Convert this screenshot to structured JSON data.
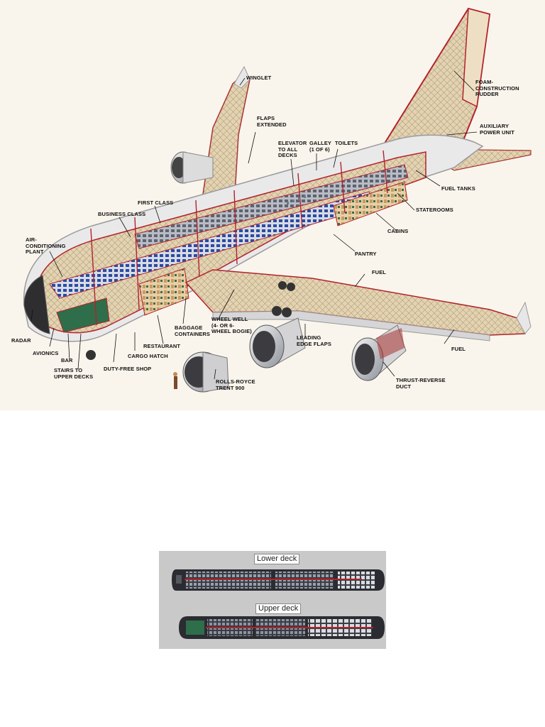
{
  "corner_mark": "|",
  "cutaway": {
    "labels": [
      {
        "id": "winglet",
        "text": "WINGLET"
      },
      {
        "id": "flaps",
        "text": "FLAPS\nEXTENDED"
      },
      {
        "id": "elevator",
        "text": "ELEVATOR\nTO ALL\nDECKS"
      },
      {
        "id": "galley",
        "text": "GALLEY\n(1 OF 6)"
      },
      {
        "id": "toilets",
        "text": "TOILETS"
      },
      {
        "id": "foam_rudder",
        "text": "FOAM-\nCONSTRUCTION\nRUDDER"
      },
      {
        "id": "apu",
        "text": "AUXILIARY\nPOWER UNIT"
      },
      {
        "id": "fuel_tanks",
        "text": "FUEL TANKS"
      },
      {
        "id": "staterooms",
        "text": "STATEROOMS"
      },
      {
        "id": "cabins",
        "text": "CABINS"
      },
      {
        "id": "pantry",
        "text": "PANTRY"
      },
      {
        "id": "first_class",
        "text": "FIRST CLASS"
      },
      {
        "id": "business_class",
        "text": "BUSINESS CLASS"
      },
      {
        "id": "air_conditioning",
        "text": "AIR-\nCONDITIONING\nPLANT"
      },
      {
        "id": "fuel_1",
        "text": "FUEL"
      },
      {
        "id": "radar",
        "text": "RADAR"
      },
      {
        "id": "avionics",
        "text": "AVIONICS"
      },
      {
        "id": "bar",
        "text": "BAR"
      },
      {
        "id": "stairs",
        "text": "STAIRS TO\nUPPER DECKS"
      },
      {
        "id": "duty_free",
        "text": "DUTY-FREE SHOP"
      },
      {
        "id": "cargo_hatch",
        "text": "CARGO HATCH"
      },
      {
        "id": "restaurant",
        "text": "RESTAURANT"
      },
      {
        "id": "baggage",
        "text": "BAGGAGE\nCONTAINERS"
      },
      {
        "id": "wheel_well",
        "text": "WHEEL WELL\n(4- OR 6-\nWHEEL BOGIE)"
      },
      {
        "id": "leading_edge",
        "text": "LEADING\nEDGE FLAPS"
      },
      {
        "id": "fuel_2",
        "text": "FUEL"
      },
      {
        "id": "thrust_reverse",
        "text": "THRUST-REVERSE\nDUCT"
      },
      {
        "id": "rolls_royce",
        "text": "ROLLS-ROYCE\nTRENT 900"
      }
    ]
  },
  "deck_plans": {
    "lower": {
      "caption": "Lower deck"
    },
    "upper": {
      "caption": "Upper deck"
    }
  },
  "colors": {
    "fuselage": "#e9e9ea",
    "structure": "#c4b08a",
    "trim_red": "#b2222c",
    "seat_blue": "#2a4aa6",
    "panel_gray": "#c9c9c9",
    "deck_dark": "#3a3d44"
  }
}
